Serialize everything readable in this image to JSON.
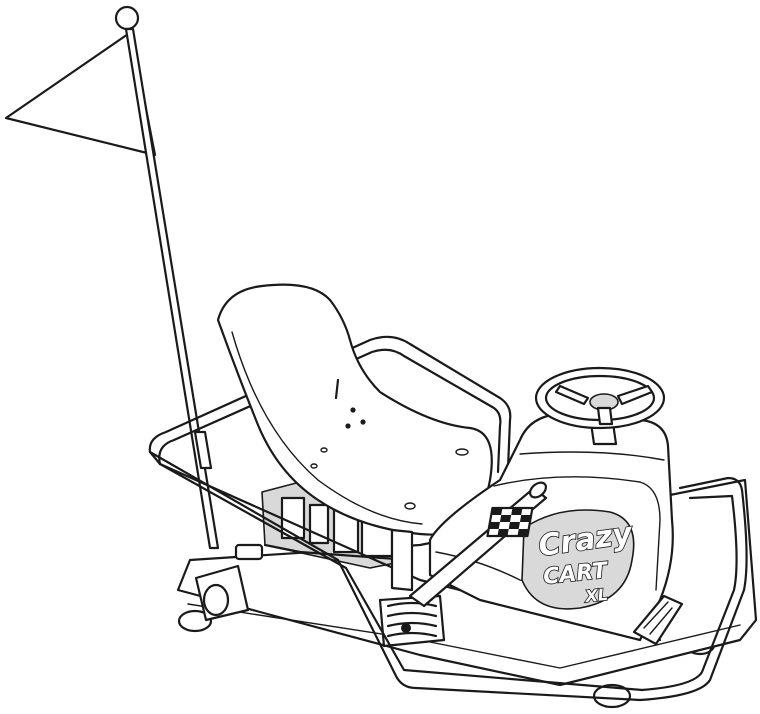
{
  "logo": {
    "line1": "Crazy",
    "line2": "CART",
    "line3": "XL"
  },
  "colors": {
    "line": "#1a1a1a",
    "fill": "#ffffff",
    "shade": "#d9d9d9"
  }
}
